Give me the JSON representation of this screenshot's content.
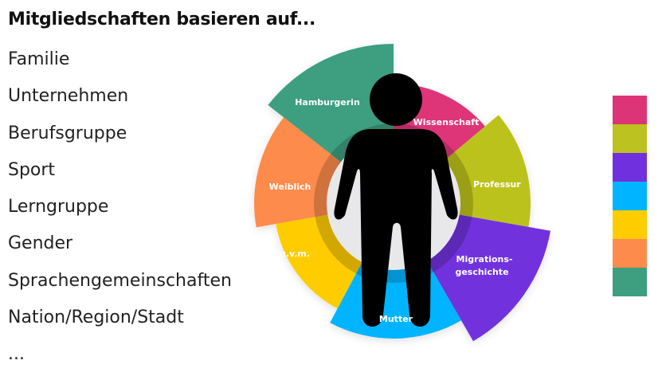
{
  "title": "Mitgliedschaften basieren auf...",
  "list_items": [
    "Familie",
    "Unternehmen",
    "Berufsgruppe",
    "Sport",
    "Lerngruppe",
    "Gender",
    "Sprachengemeinschaften",
    "Nation/Region/Stadt",
    "..."
  ],
  "wheel": {
    "center_figure": "person-silhouette",
    "segments": [
      {
        "label": "Hamburgerin",
        "color": "#3d9e80"
      },
      {
        "label": "Wissenschaft",
        "color": "#dd3478"
      },
      {
        "label": "Professur",
        "color": "#bcc21f"
      },
      {
        "label": "Migrations-",
        "label2": "geschichte",
        "color": "#7130de"
      },
      {
        "label": "Mutter",
        "color": "#00b4ff"
      },
      {
        "label": "u.v.m.",
        "color": "#ffcc00"
      },
      {
        "label": "Weiblich",
        "color": "#fd8b4b"
      }
    ]
  },
  "color_legend": [
    "#dd3478",
    "#bcc21f",
    "#7130de",
    "#00b4ff",
    "#ffcc00",
    "#fd8b4b",
    "#3d9e80"
  ]
}
